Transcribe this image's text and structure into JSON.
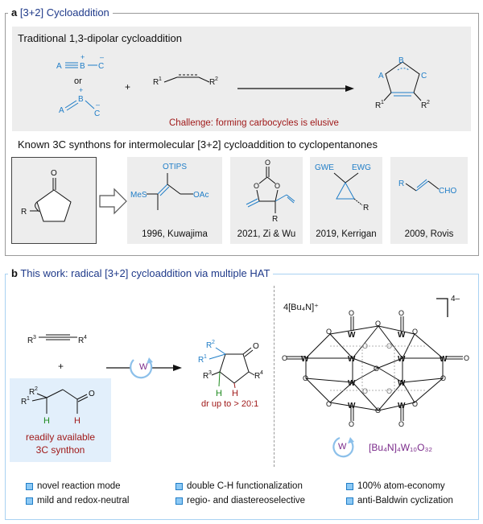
{
  "panel_a": {
    "label": "a",
    "title": "[3+2] Cycloaddition",
    "traditional_title": "Traditional 1,3-dipolar cycloaddition",
    "or_text": "or",
    "plus": "+",
    "challenge": "Challenge: forming carbocycles is elusive",
    "known_title": "Known 3C synthons for intermolecular [3+2] cycloaddition to cyclopentanones",
    "synthons": [
      {
        "caption": "1996, Kuwajima"
      },
      {
        "caption": "2021, Zi & Wu"
      },
      {
        "caption": "2019, Kerrigan"
      },
      {
        "caption": "2009, Rovis"
      }
    ]
  },
  "panel_b": {
    "label": "b",
    "title": "This work: radical [3+2] cycloaddition via multiple HAT",
    "plus": "+",
    "catalyst_symbol": "W",
    "synthon_label_1": "readily available",
    "synthon_label_2": "3C synthon",
    "dr_text": "dr up to > 20:1",
    "counterion": "4[Bu₄N]⁺",
    "charge": "4–",
    "legend_formula": "[Bu₄N]₄W₁₀O₃₂",
    "features": [
      "novel reaction mode",
      "double C-H functionalization",
      "100% atom-economy",
      "mild and redox-neutral",
      "regio- and diastereoselective",
      "anti-Baldwin cyclization"
    ]
  },
  "colors": {
    "blue": "#1f7dc7",
    "red": "#a01a1a",
    "green": "#1e8a1e",
    "purple": "#7a2a8a"
  }
}
